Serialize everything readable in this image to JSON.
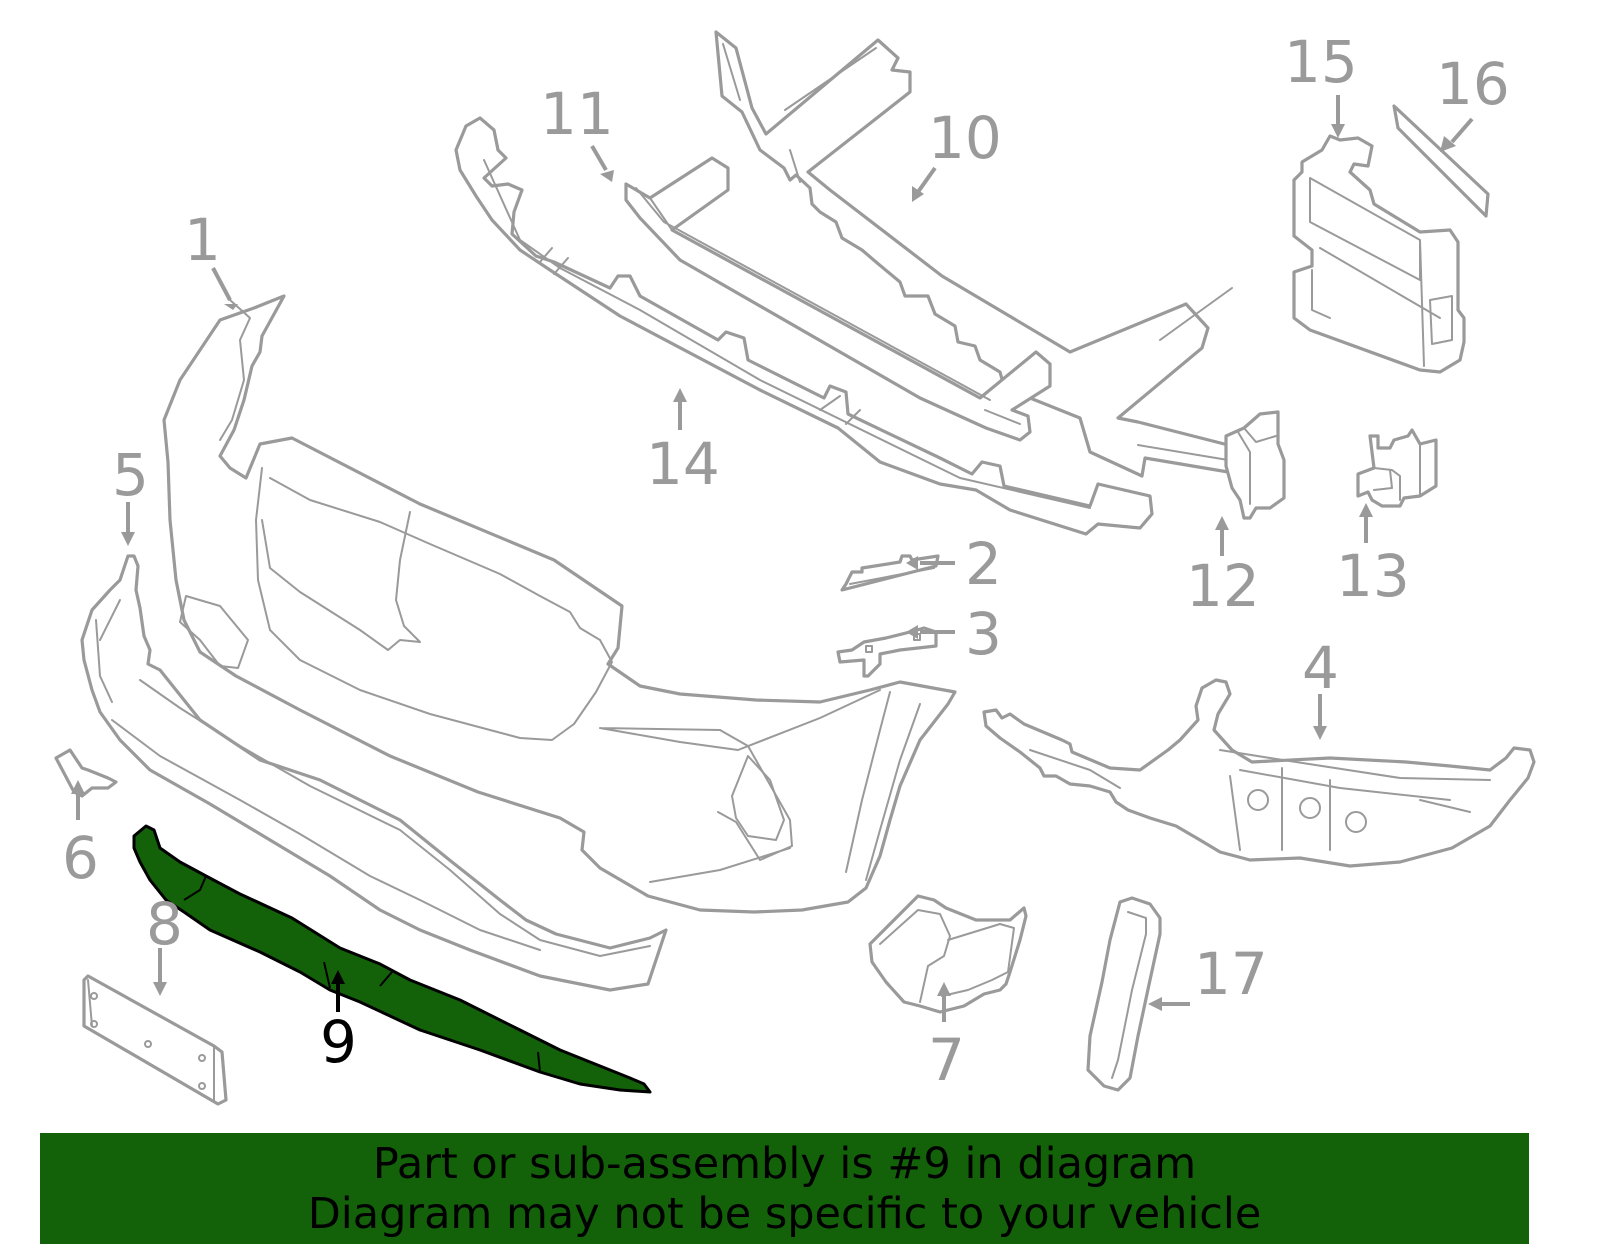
{
  "diagram": {
    "highlighted_part": "9",
    "highlight_color": "#13620a",
    "part_line_color": "#9a9a9a",
    "callouts": [
      {
        "id": "1",
        "label": "1"
      },
      {
        "id": "2",
        "label": "2"
      },
      {
        "id": "3",
        "label": "3"
      },
      {
        "id": "4",
        "label": "4"
      },
      {
        "id": "5",
        "label": "5"
      },
      {
        "id": "6",
        "label": "6"
      },
      {
        "id": "7",
        "label": "7"
      },
      {
        "id": "8",
        "label": "8"
      },
      {
        "id": "9",
        "label": "9"
      },
      {
        "id": "10",
        "label": "10"
      },
      {
        "id": "11",
        "label": "11"
      },
      {
        "id": "12",
        "label": "12"
      },
      {
        "id": "13",
        "label": "13"
      },
      {
        "id": "14",
        "label": "14"
      },
      {
        "id": "15",
        "label": "15"
      },
      {
        "id": "16",
        "label": "16"
      },
      {
        "id": "17",
        "label": "17"
      }
    ]
  },
  "banner": {
    "background": "#13620a",
    "line1": "Part or sub-assembly is #9 in diagram",
    "line2": "Diagram may not be specific to your vehicle"
  }
}
